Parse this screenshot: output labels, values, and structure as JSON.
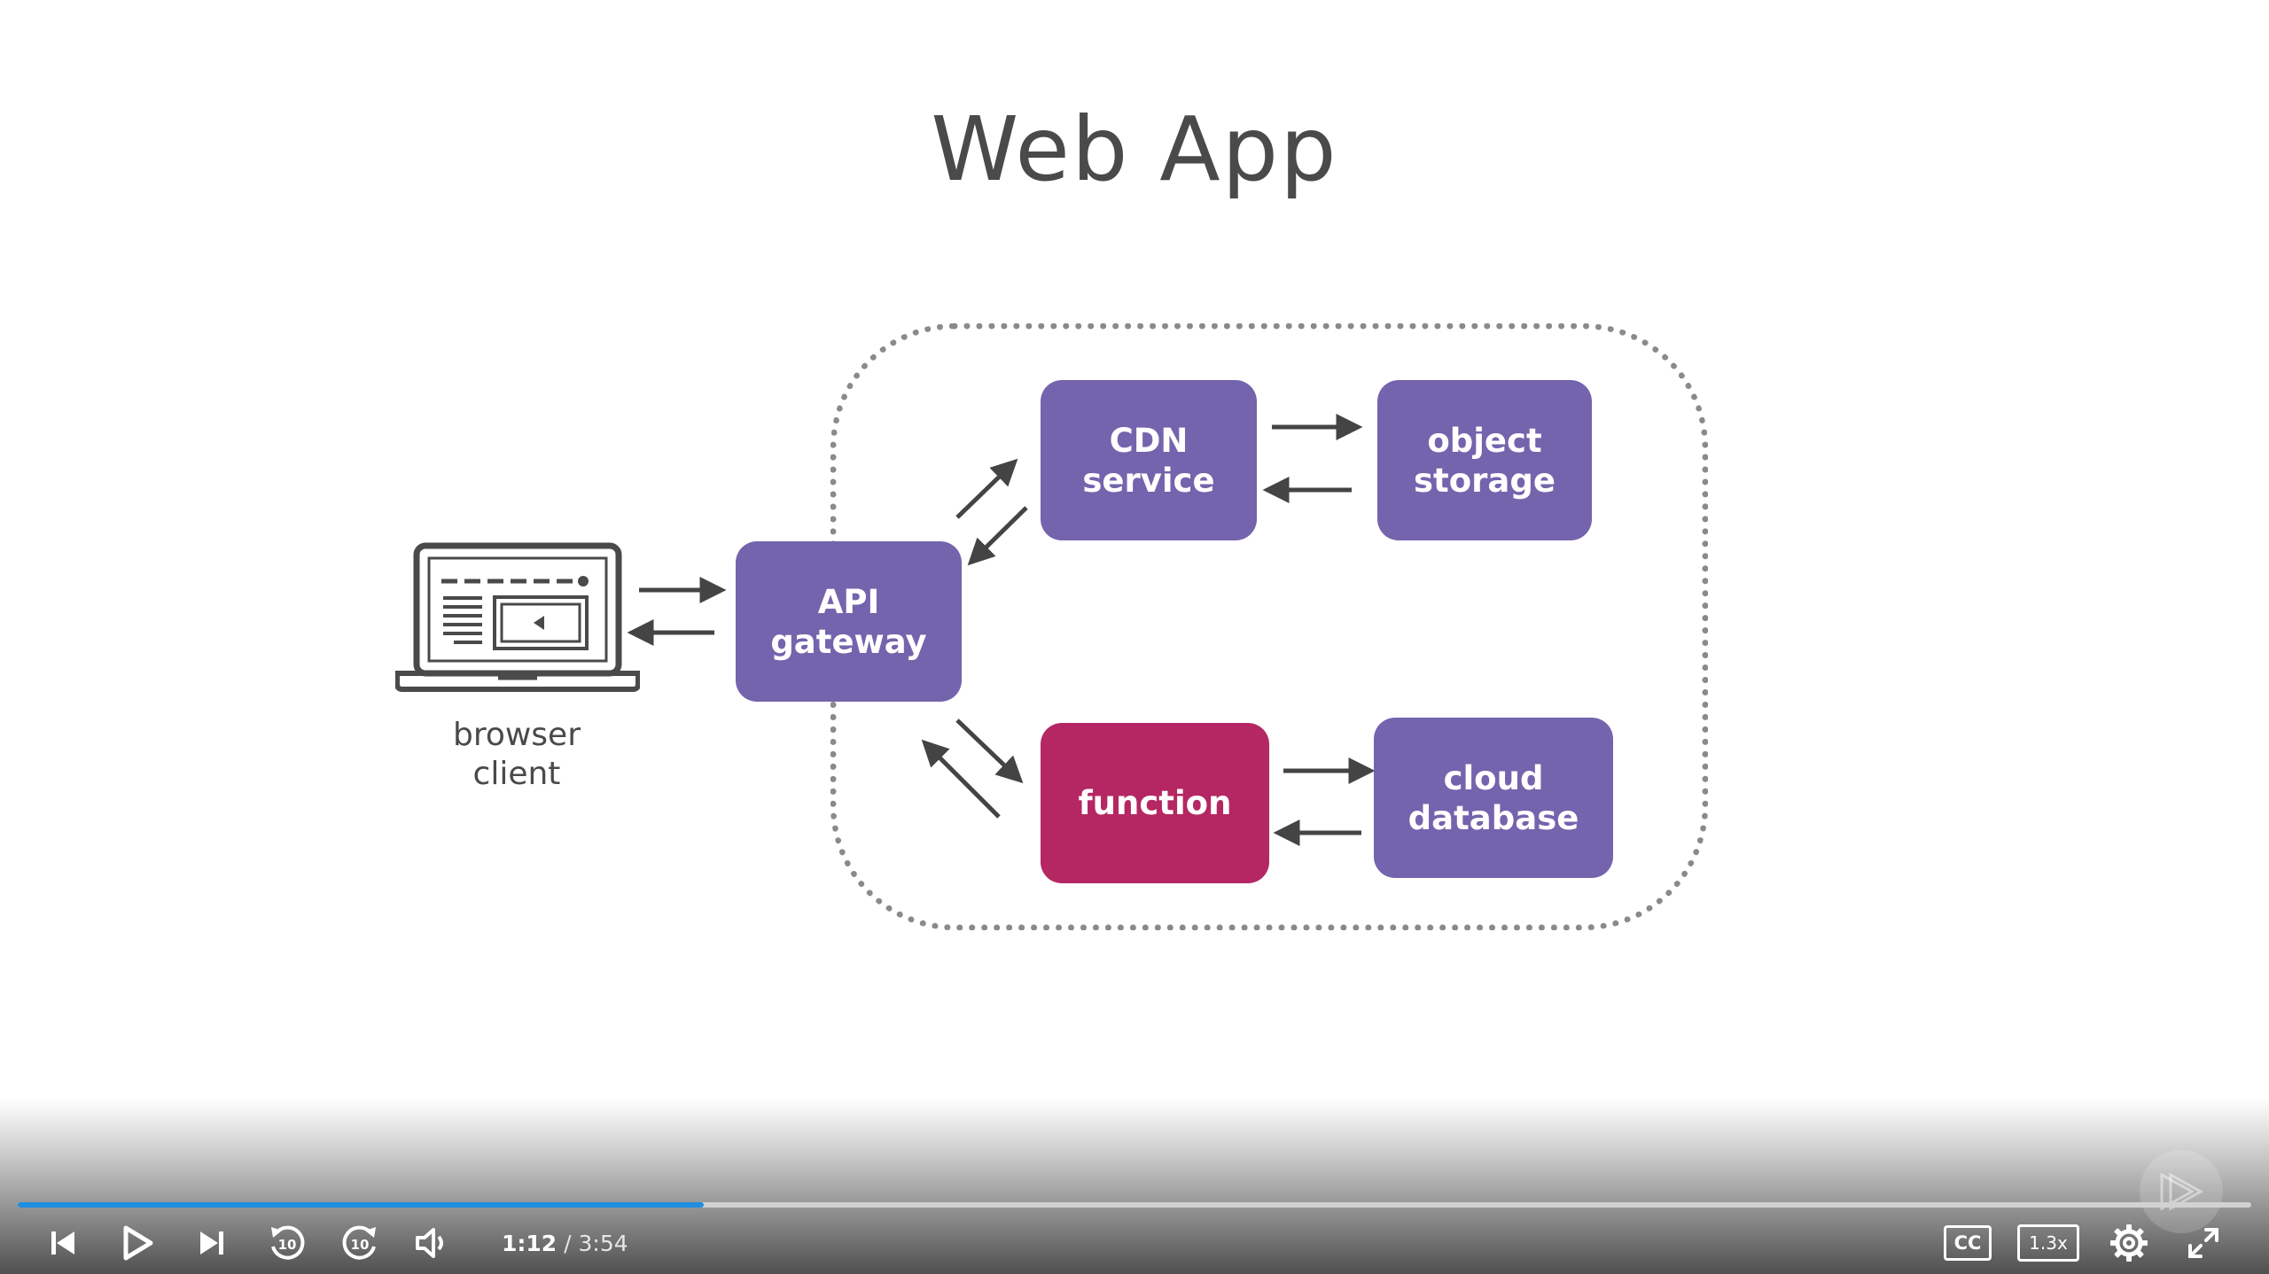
{
  "slide": {
    "title": "Web App",
    "client_label": "browser\nclient",
    "nodes": {
      "api_gateway": "API\ngateway",
      "cdn_service": "CDN\nservice",
      "object_storage": "object\nstorage",
      "function": "function",
      "cloud_database": "cloud\ndatabase"
    },
    "colors": {
      "service_box": "#7464ad",
      "function_box": "#b42763",
      "arrow": "#444444",
      "boundary": "#8a8a8a"
    }
  },
  "player": {
    "current_time": "1:12",
    "separator": "/",
    "duration": "3:54",
    "progress_fraction": 0.307,
    "cc_label": "CC",
    "speed_label": "1.3x",
    "accent_color": "#1f8ee0",
    "icons": [
      "skip-previous-icon",
      "play-icon",
      "skip-next-icon",
      "rewind-10-icon",
      "forward-10-icon",
      "volume-icon",
      "closed-captions-icon",
      "playback-speed-icon",
      "settings-gear-icon",
      "fullscreen-icon",
      "brand-play-icon"
    ]
  }
}
